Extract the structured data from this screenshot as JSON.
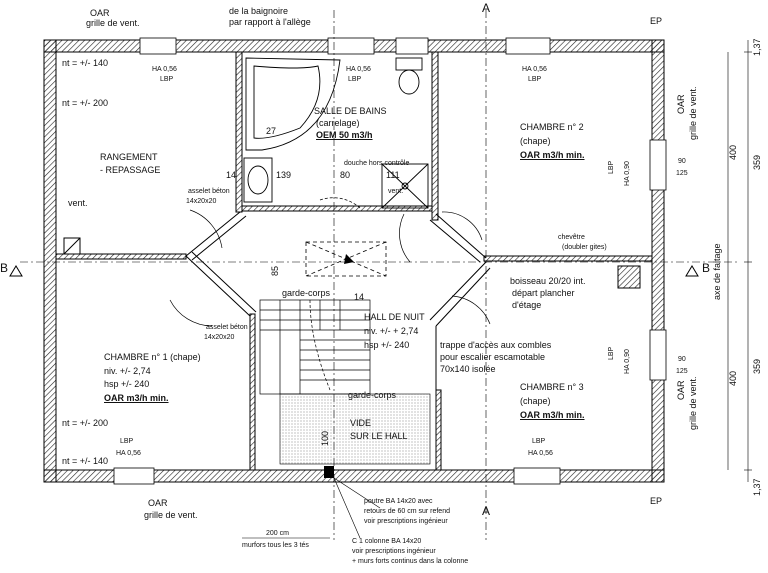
{
  "rooms": {
    "salle_de_bains": {
      "name": "SALLE DE BAINS",
      "floor": "(carrelage)",
      "vent": "OEM 50 m3/h"
    },
    "chambre2": {
      "name": "CHAMBRE n° 2",
      "floor": "(chape)",
      "vent": "OAR  m3/h min."
    },
    "rangement": {
      "name": "RANGEMENT",
      "sub": "- REPASSAGE"
    },
    "chambre1": {
      "name": "CHAMBRE n° 1 (chape)",
      "niv": "niv. +/- 2,74",
      "hsp": "hsp +/- 240",
      "vent": "OAR  m3/h min."
    },
    "hall": {
      "name": "HALL DE NUIT",
      "niv": "niv. +/- + 2,74",
      "hsp": "hsp +/- 240"
    },
    "chambre3": {
      "name": "CHAMBRE n° 3",
      "floor": "(chape)",
      "vent": "OAR  m3/h min."
    },
    "vide": {
      "line1": "VIDE",
      "line2": "SUR LE HALL"
    }
  },
  "annotations": {
    "oar": "OAR",
    "grille": "grille de vent.",
    "ha056": "HA 0,56",
    "ha090": "HA 0,90",
    "lbp": "LBP",
    "nt140": "nt = +/- 140",
    "nt200": "nt = +/- 200",
    "baignoire": "de la baignoire",
    "allege": "par rapport à l'allège",
    "douche": "douche hors contrôle",
    "vent": "vent.",
    "asselet_beton_1": "asselet béton",
    "asselet_beton_1b": "14x20x20",
    "asselet_beton_2": "asselet béton",
    "asselet_beton_2b": "14x20x20",
    "garde_corps": "garde-corps",
    "chevetre": "chevêtre",
    "doubler_gites": "(doubler gites)",
    "boisseau": "boisseau 20/20 int.",
    "depart_plancher": "départ plancher",
    "detage": "d'étage",
    "trappe": "trappe d'accès aux combles",
    "escalier": "pour escalier escamotable",
    "isolee": "70x140 isolée",
    "axe": "axe de faitage",
    "poutre": "poutre BA 14x20 avec",
    "retours": "retours de 60 cm sur refend",
    "voir_presc": "voir prescriptions ingénieur",
    "colonne": "C 1 colonne BA 14x20",
    "voir_presc2": "voir prescriptions ingénieur",
    "murs_forts": "+ murs forts continus dans la colonne",
    "dim_200": "200 cm",
    "murfors": "murfors tous les 3 tés",
    "ep": "EP",
    "a": "A",
    "b": "B"
  },
  "dims": {
    "d14": "14",
    "d139": "139",
    "d80": "80",
    "d111": "111",
    "d27": "27",
    "d400": "400",
    "d90": "90",
    "d125": "125",
    "d359": "359",
    "d137": "1,37",
    "d85": "85",
    "d100": "100"
  }
}
